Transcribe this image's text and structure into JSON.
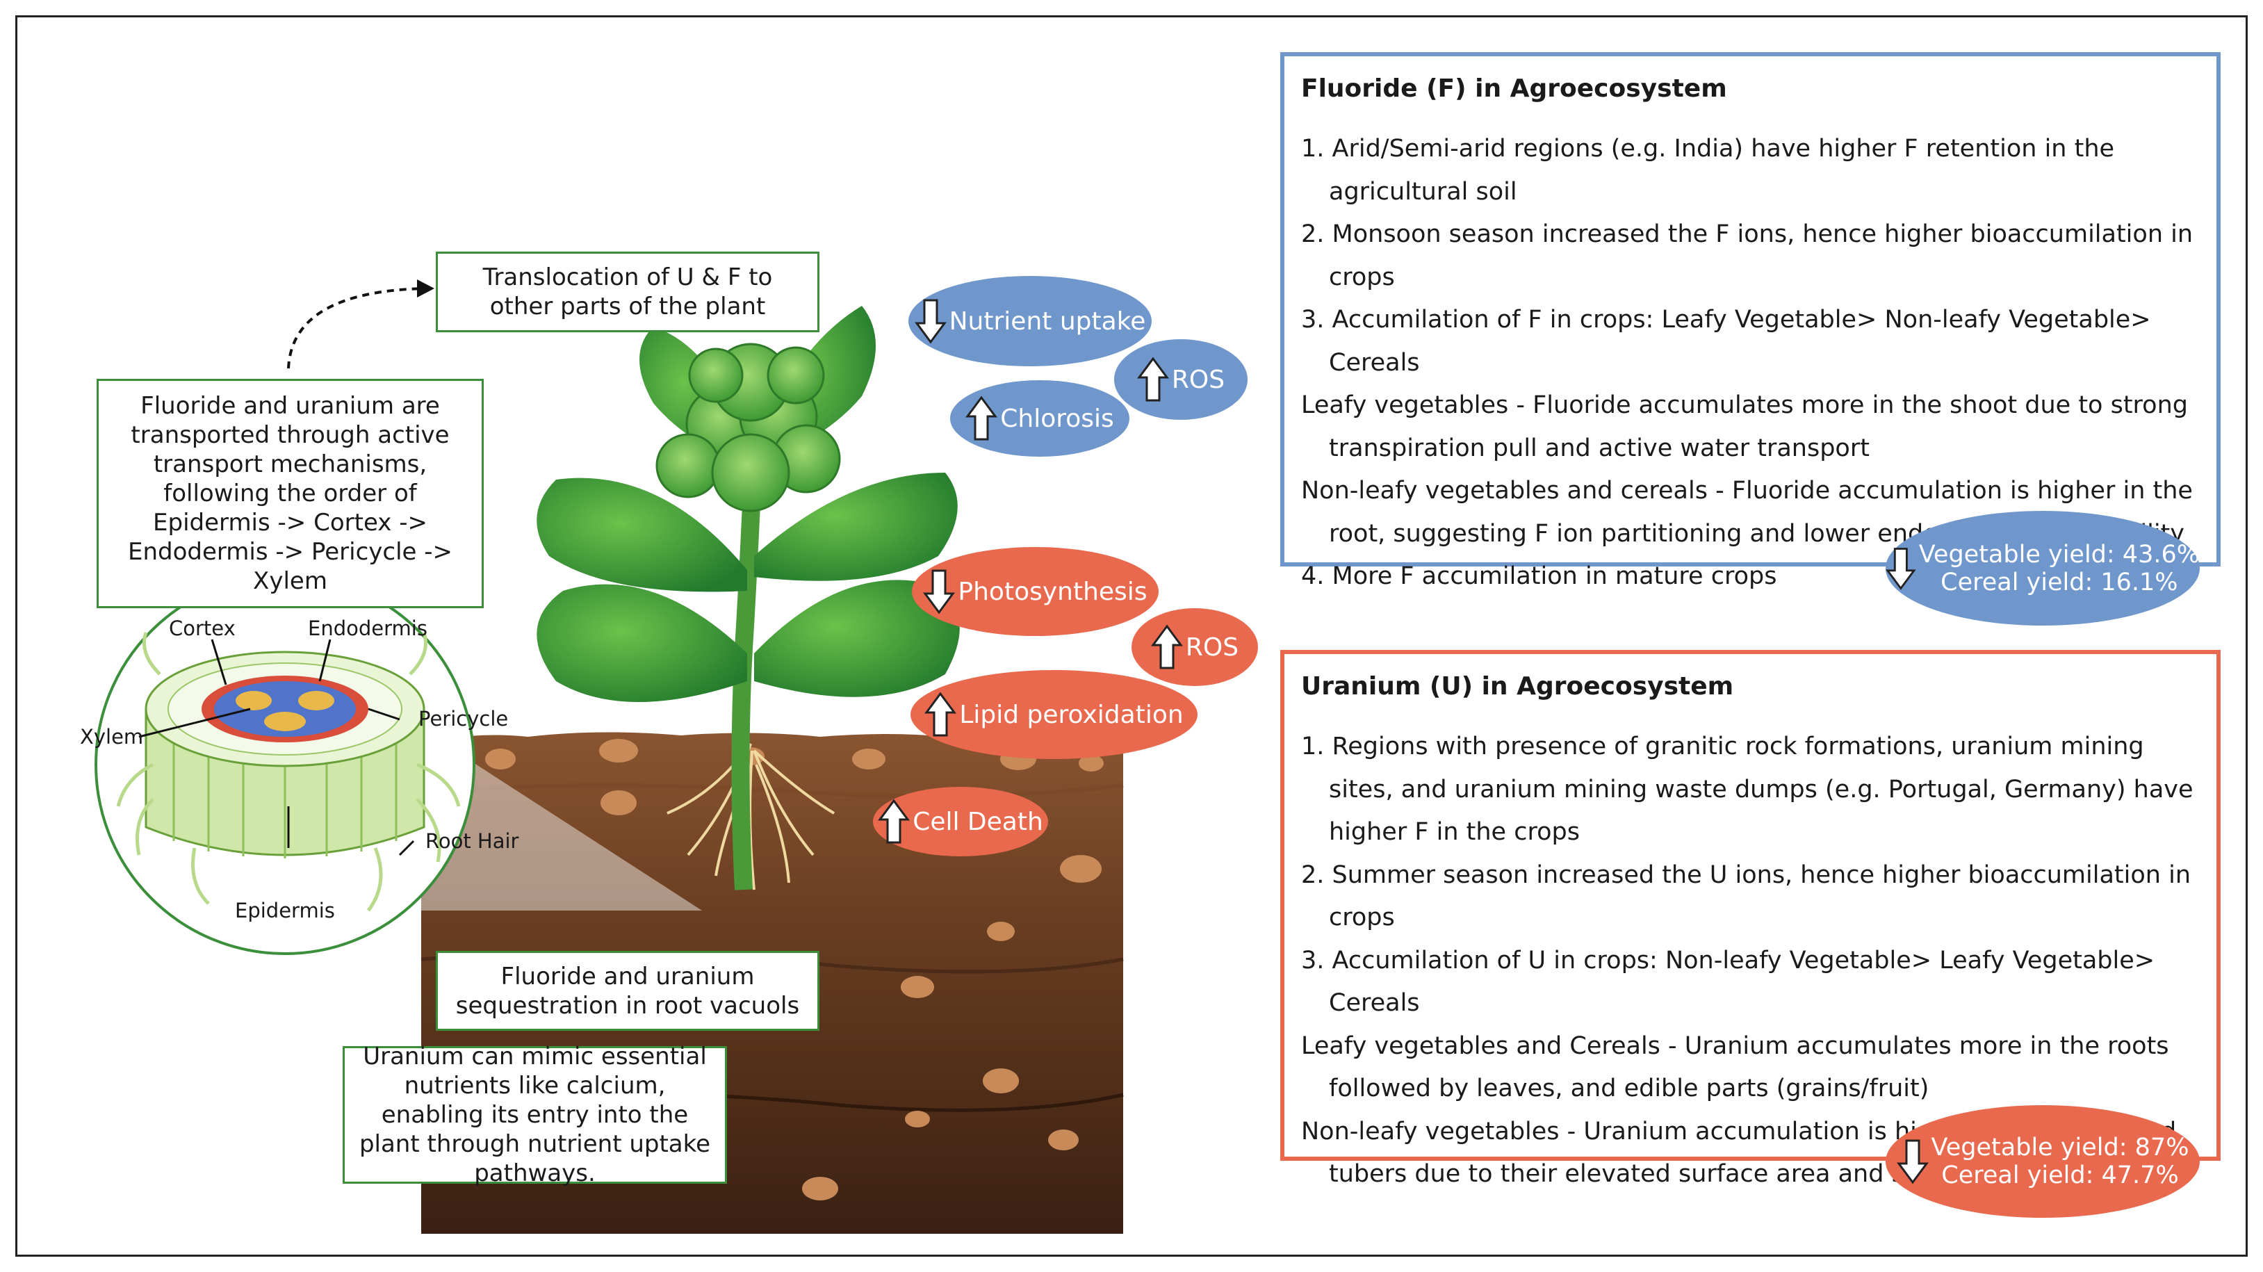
{
  "translocation_text": "Translocation of U & F to other parts of the plant",
  "transport_text": "Fluoride and uranium are transported through active transport mechanisms, following the order of Epidermis -> Cortex -> Endodermis -> Pericycle -> Xylem",
  "root_labels": {
    "cortex": "Cortex",
    "endodermis": "Endodermis",
    "pericycle": "Pericycle",
    "xylem": "Xylem",
    "root_hair": "Root Hair",
    "epidermis": "Epidermis"
  },
  "sequestration_text": "Fluoride and uranium sequestration in root vacuols",
  "mimic_text": "Uranium can mimic essential nutrients like calcium, enabling its entry into the plant through nutrient uptake pathways.",
  "effects": {
    "nutrient_uptake": {
      "label": "Nutrient uptake",
      "direction": "down"
    },
    "ros_f": {
      "label": "ROS",
      "direction": "up"
    },
    "chlorosis": {
      "label": "Chlorosis",
      "direction": "up"
    },
    "photosynthesis": {
      "label": "Photosynthesis",
      "direction": "down"
    },
    "ros_u": {
      "label": "ROS",
      "direction": "up"
    },
    "lipid_peroxidation": {
      "label": "Lipid peroxidation",
      "direction": "up"
    },
    "cell_death": {
      "label": "Cell Death",
      "direction": "up"
    }
  },
  "fluoride_panel": {
    "title": "Fluoride (F) in Agroecosystem",
    "items": [
      "1. Arid/Semi-arid regions (e.g. India) have higher F retention in the agricultural soil",
      "2. Monsoon season increased the F ions, hence higher bioaccumilation in crops",
      "3. Accumilation of F in crops: Leafy Vegetable> Non-leafy Vegetable> Cereals",
      "Leafy vegetables - Fluoride accumulates more in the shoot due to strong transpiration pull and active water transport",
      "Non-leafy vegetables and cereals - Fluoride accumulation is higher in the root, suggesting F ion partitioning and lower endodermal permeability",
      "4. More F accumilation in mature crops"
    ],
    "yield_line1": "Vegetable yield: 43.6%",
    "yield_line2": "Cereal yield: 16.1%",
    "color": "#6f97cc"
  },
  "uranium_panel": {
    "title": "Uranium (U) in Agroecosystem",
    "items": [
      "1. Regions with presence of granitic rock formations, uranium mining sites, and uranium mining waste dumps (e.g. Portugal, Germany) have higher F in the crops",
      "2. Summer season increased the U ions, hence higher bioaccumilation in crops",
      "3. Accumilation of U in crops: Non-leafy Vegetable> Leafy Vegetable> Cereals",
      "Leafy vegetables and Cereals - Uranium accumulates more in the roots followed by leaves, and edible parts (grains/fruit)",
      "Non-leafy vegetables - Uranium accumulation is higher in the peels and tubers due to their elevated surface area and starch content"
    ],
    "yield_line1": "Vegetable yield: 87%",
    "yield_line2": "Cereal yield: 47.7%",
    "color": "#e8694d"
  },
  "colors": {
    "blue": "#6f97cc",
    "red": "#e8694d",
    "green_border": "#3b8f3b",
    "soil": "#6b3f22"
  }
}
